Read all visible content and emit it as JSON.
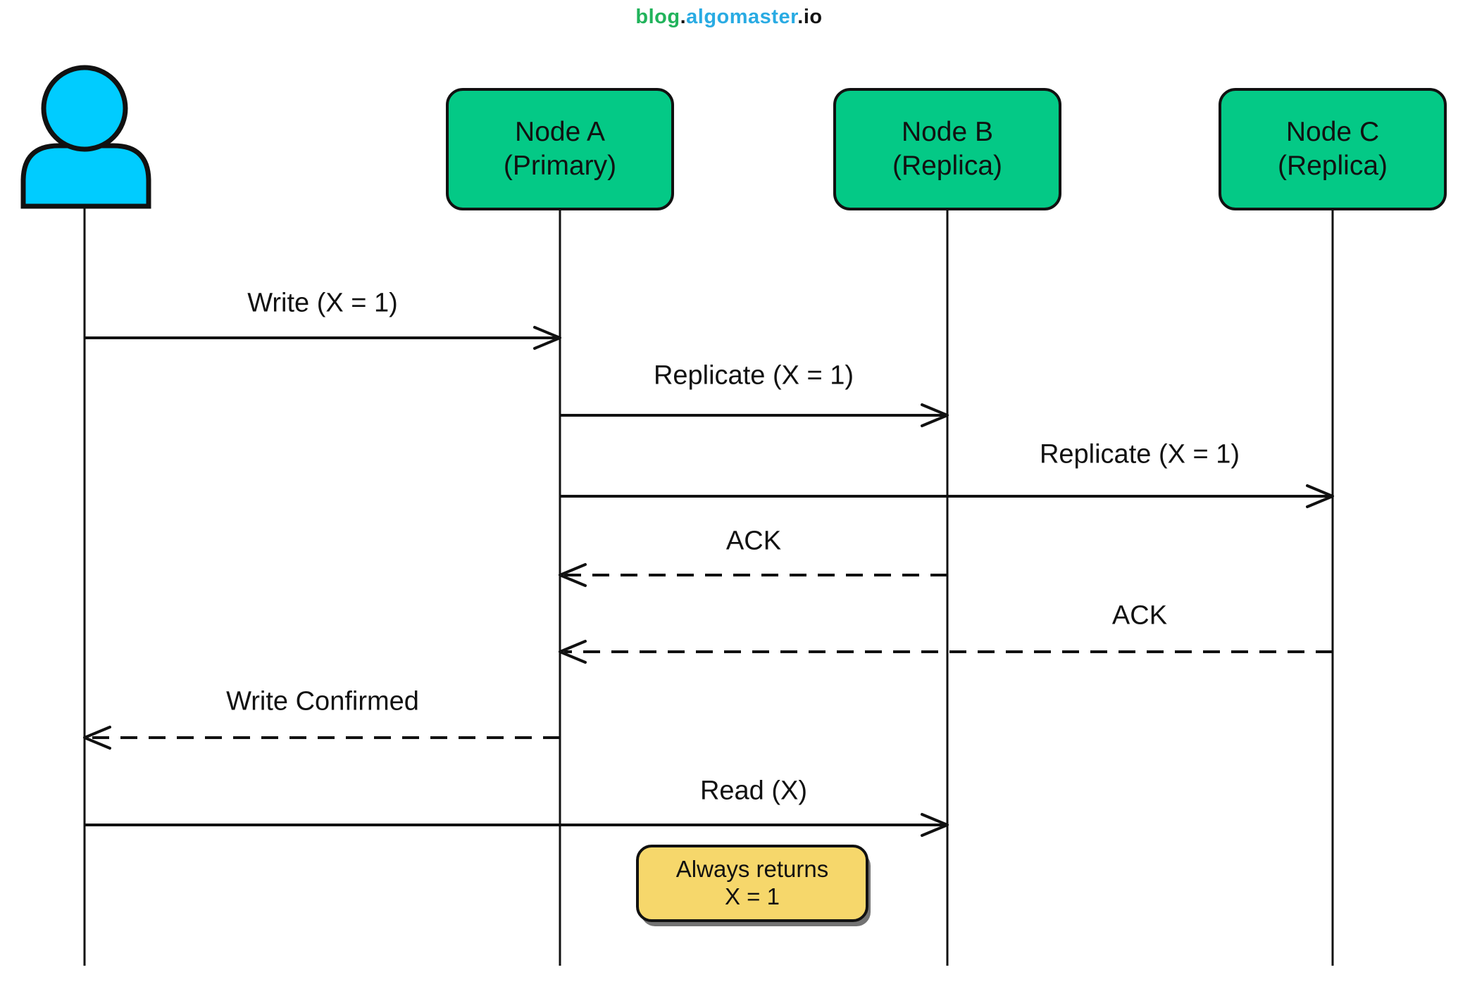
{
  "brand": {
    "blog": "blog",
    "dot1": ".",
    "algomaster": "algomaster",
    "dot2": ".",
    "io": "io",
    "blog_color": "#21b35b",
    "algomaster_color": "#29abe3",
    "io_color": "#141414"
  },
  "participants": [
    {
      "id": "user",
      "type": "person-icon"
    },
    {
      "id": "node-a",
      "name": "Node A",
      "role": "(Primary)"
    },
    {
      "id": "node-b",
      "name": "Node B",
      "role": "(Replica)"
    },
    {
      "id": "node-c",
      "name": "Node C",
      "role": "(Replica)"
    }
  ],
  "messages": [
    {
      "label": "Write (X = 1)",
      "from": "user",
      "to": "node-a",
      "line": "solid"
    },
    {
      "label": "Replicate (X = 1)",
      "from": "node-a",
      "to": "node-b",
      "line": "solid"
    },
    {
      "label": "Replicate (X = 1)",
      "from": "node-a",
      "to": "node-c",
      "line": "solid"
    },
    {
      "label": "ACK",
      "from": "node-b",
      "to": "node-a",
      "line": "dashed"
    },
    {
      "label": "ACK",
      "from": "node-c",
      "to": "node-a",
      "line": "dashed"
    },
    {
      "label": "Write Confirmed",
      "from": "node-a",
      "to": "user",
      "line": "dashed"
    },
    {
      "label": "Read (X)",
      "from": "user",
      "to": "node-b",
      "line": "solid"
    }
  ],
  "note": {
    "line1": "Always returns",
    "line2": "X = 1"
  },
  "colors": {
    "node_fill": "#04c986",
    "actor_fill": "#00ccff",
    "note_fill": "#f6d76b",
    "line": "#111111",
    "background": "#ffffff"
  }
}
